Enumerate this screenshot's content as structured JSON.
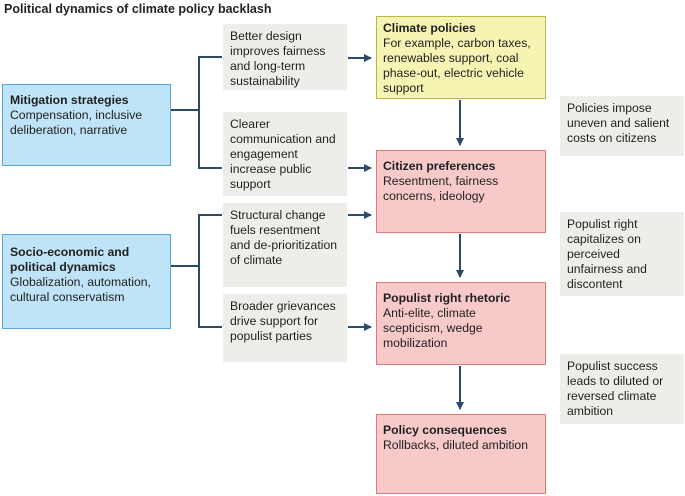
{
  "title": "Political dynamics of climate policy backlash",
  "left_boxes": {
    "mitigation": {
      "head": "Mitigation strategies",
      "body": "Compensation, inclusive deliberation, narrative"
    },
    "socio": {
      "head": "Socio-economic and political dynamics",
      "body": "Globalization, automation, cultural conservatism"
    }
  },
  "middle_notes": {
    "better_design": "Better design improves fairness and long-term sustainability",
    "clearer_communication": "Clearer communication and engagement increase public support",
    "structural_change": "Structural change fuels resentment and de-prioritization of climate",
    "broader_grievances": "Broader grievances drive support for populist parties"
  },
  "main_boxes": {
    "climate_policies": {
      "head": "Climate policies",
      "body": "For example, carbon taxes, renewables support, coal phase-out, electric vehicle support"
    },
    "citizen_preferences": {
      "head": "Citizen preferences",
      "body": "Resentment, fairness concerns, ideology"
    },
    "populist_rhetoric": {
      "head": "Populist right rhetoric",
      "body": "Anti-elite, climate scepticism, wedge mobilization"
    },
    "policy_consequences": {
      "head": "Policy consequences",
      "body": "Rollbacks, diluted ambition"
    }
  },
  "right_notes": {
    "policies_impose": "Policies impose uneven and salient costs on citizens",
    "populist_capitalizes": "Populist right capitalizes on perceived unfairness and discontent",
    "populist_success": "Populist success leads to diluted or reversed climate ambition"
  },
  "colors": {
    "blue_fill": "#bfe3f7",
    "yellow_fill": "#f5f4b3",
    "pink_fill": "#f7c9c9",
    "note_fill": "#ededea",
    "connector": "#2e4a6b"
  }
}
